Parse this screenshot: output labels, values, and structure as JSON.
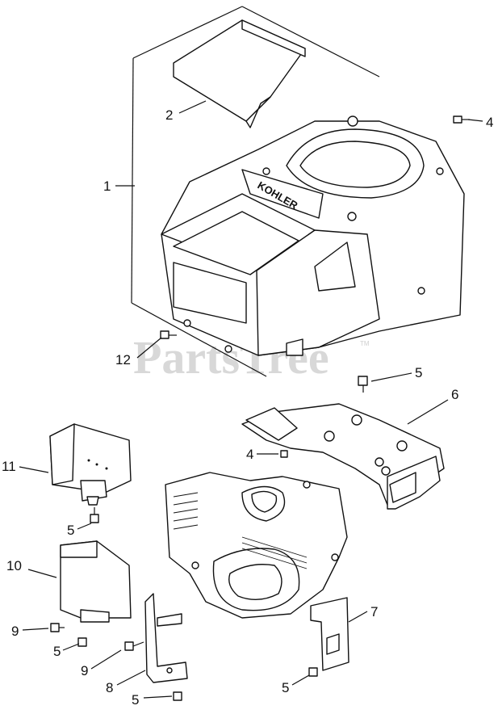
{
  "watermark": "PartsTree",
  "watermark_tm": "TM",
  "brand_on_shroud": "KOHLER",
  "callouts": [
    {
      "id": "c1",
      "label": "1"
    },
    {
      "id": "c2",
      "label": "2"
    },
    {
      "id": "c4a",
      "label": "4"
    },
    {
      "id": "c12",
      "label": "12"
    },
    {
      "id": "c5a",
      "label": "5"
    },
    {
      "id": "c6",
      "label": "6"
    },
    {
      "id": "c4b",
      "label": "4"
    },
    {
      "id": "c11",
      "label": "11"
    },
    {
      "id": "c5b",
      "label": "5"
    },
    {
      "id": "c10",
      "label": "10"
    },
    {
      "id": "c9a",
      "label": "9"
    },
    {
      "id": "c5c",
      "label": "5"
    },
    {
      "id": "c9b",
      "label": "9"
    },
    {
      "id": "c8",
      "label": "8"
    },
    {
      "id": "c5d",
      "label": "5"
    },
    {
      "id": "c7",
      "label": "7"
    },
    {
      "id": "c5e",
      "label": "5"
    }
  ]
}
